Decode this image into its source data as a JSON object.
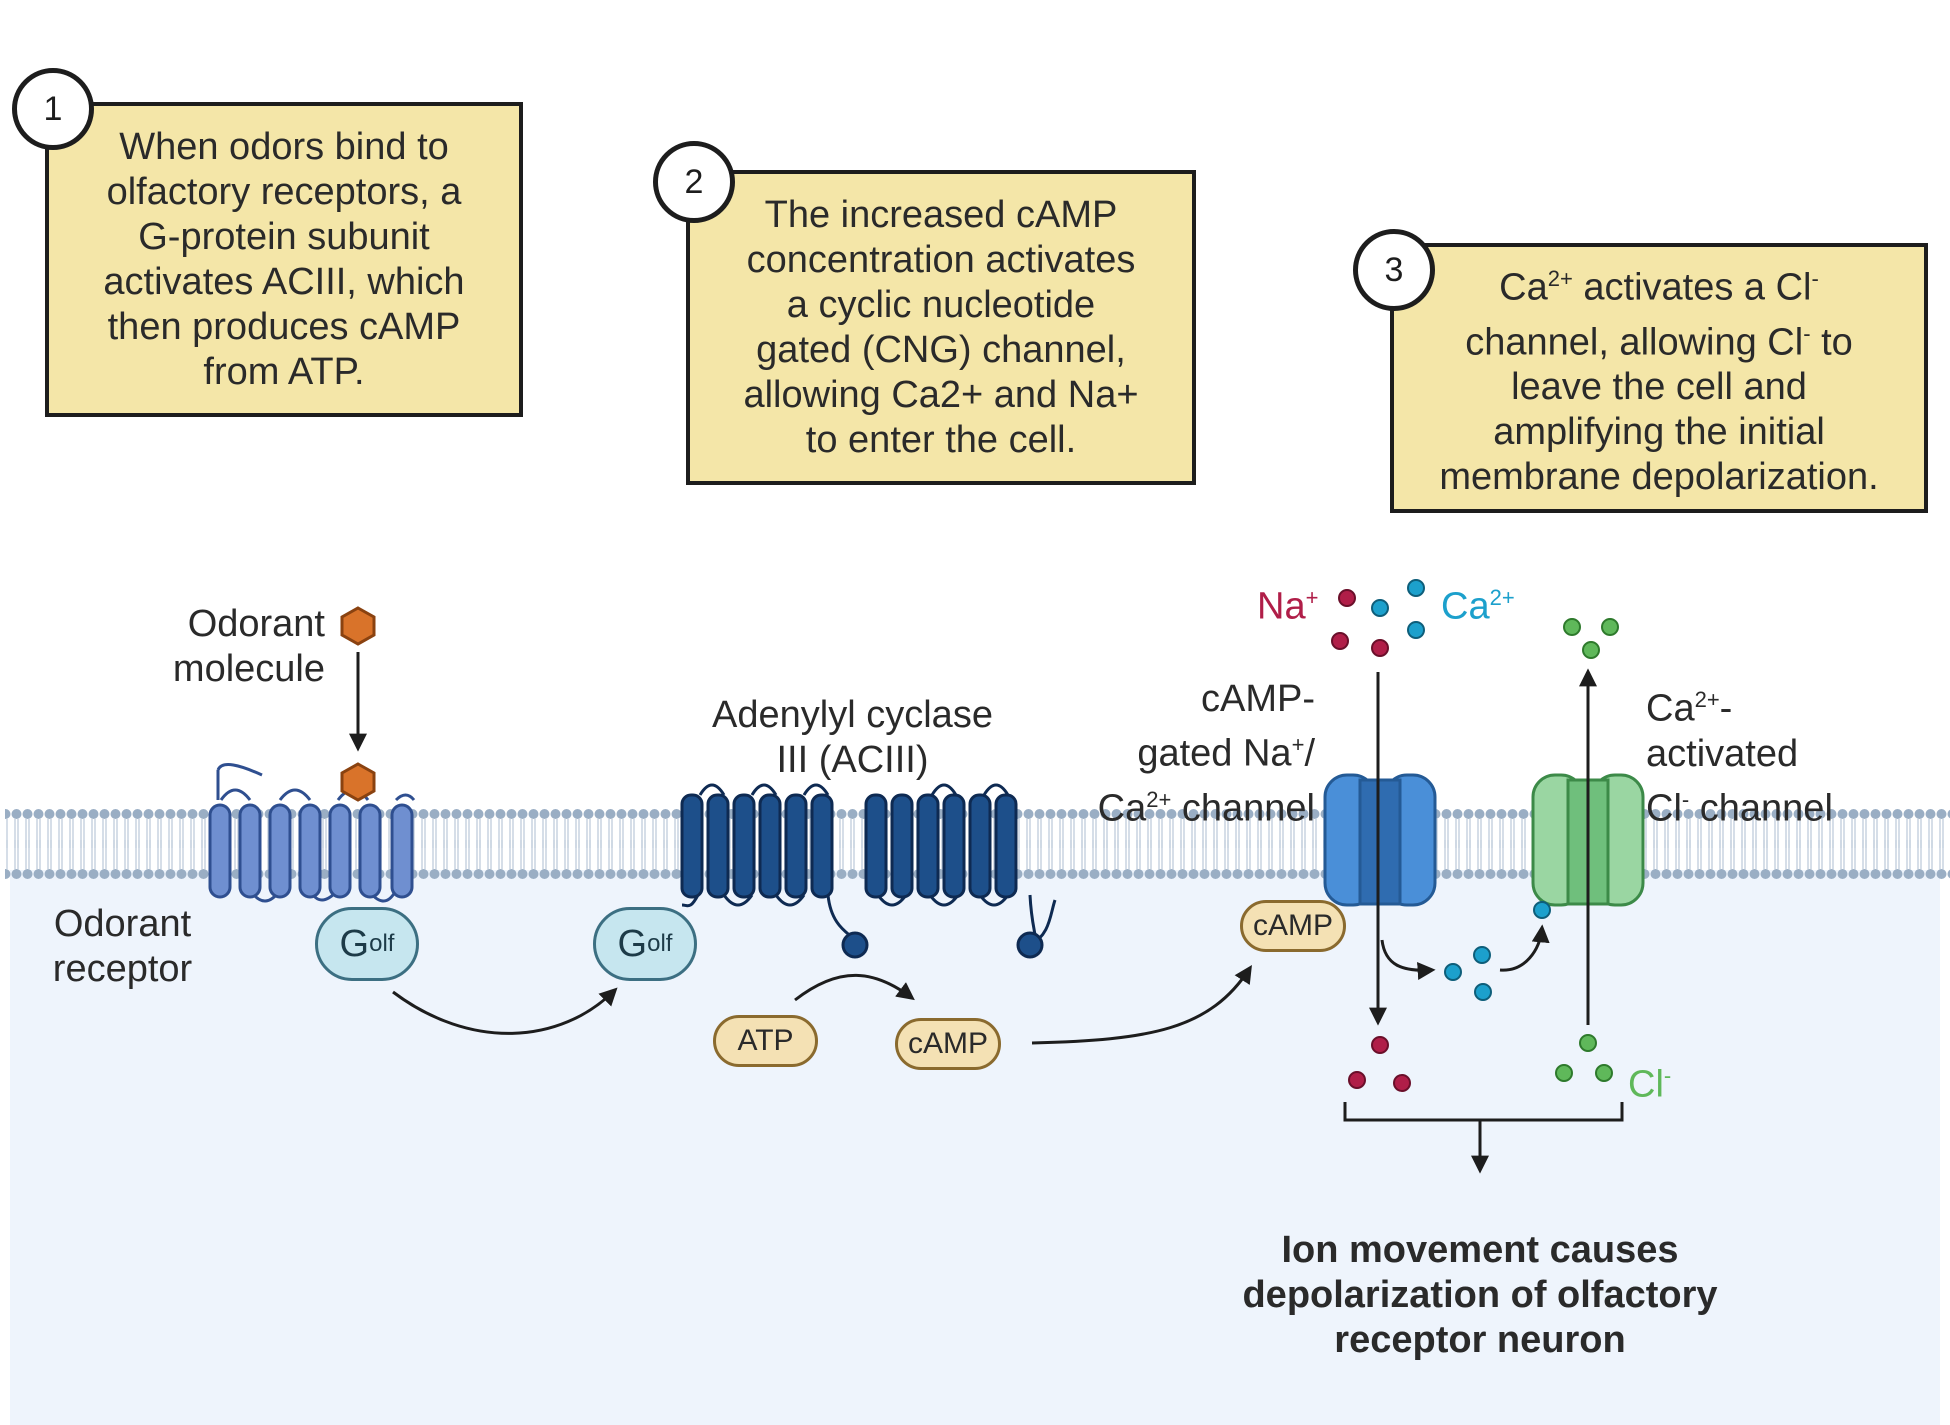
{
  "steps": [
    {
      "number": "1",
      "lines": [
        "When odors bind to",
        "olfactory receptors, a",
        "G-protein subunit",
        "activates ACIII, which",
        "then produces cAMP",
        "from ATP."
      ]
    },
    {
      "number": "2",
      "lines": [
        "The increased cAMP",
        "concentration activates",
        "a cyclic nucleotide",
        "gated (CNG) channel,",
        "allowing Ca2+ and Na+",
        "to enter the cell."
      ]
    },
    {
      "number": "3",
      "line1": {
        "a": "Ca",
        "sup1": "2+",
        "b": " activates a Cl",
        "sup2": "-"
      },
      "line2": {
        "a": "channel, allowing Cl",
        "sup1": "-",
        "b": " to"
      },
      "lines": [
        "leave the cell and",
        "amplifying the initial",
        "membrane depolarization."
      ]
    }
  ],
  "labels": {
    "odorant_molecule": [
      "Odorant",
      "molecule"
    ],
    "odorant_receptor": [
      "Odorant",
      "receptor"
    ],
    "adenylyl_cyclase": [
      "Adenylyl cyclase",
      "III (ACIII)"
    ],
    "golf_main": "G",
    "golf_sub": "olf",
    "atp": "ATP",
    "camp": "cAMP",
    "camp_channel_line1": "cAMP-",
    "camp_channel_line2": {
      "a": "gated Na",
      "sup1": "+",
      "b": "/"
    },
    "camp_channel_line3": {
      "a": "Ca",
      "sup1": "2+",
      "b": " channel"
    },
    "na_ion": {
      "a": "Na",
      "sup": "+"
    },
    "ca_ion": {
      "a": "Ca",
      "sup": "2+"
    },
    "cl_ion": {
      "a": "Cl",
      "sup": "-"
    },
    "cl_channel_line1": {
      "a": "Ca",
      "sup": "2+",
      "b": "-"
    },
    "cl_channel_line2": "activated",
    "cl_channel_line3": {
      "a": "Cl",
      "sup": "-",
      "b": " channel"
    },
    "conclusion": [
      "Ion movement causes",
      "depolarization of olfactory",
      "receptor neuron"
    ]
  },
  "colors": {
    "box_fill": "#f4e6a8",
    "receptor": "#6f8fd0",
    "acIII": "#1d4f8a",
    "cng_channel": "#4a8fd8",
    "cl_channel": "#7fc48a",
    "na": "#b01e48",
    "ca": "#1ca0cc",
    "cl": "#5fb85a",
    "odorant": "#d9732a",
    "membrane": "#9aaec4"
  }
}
